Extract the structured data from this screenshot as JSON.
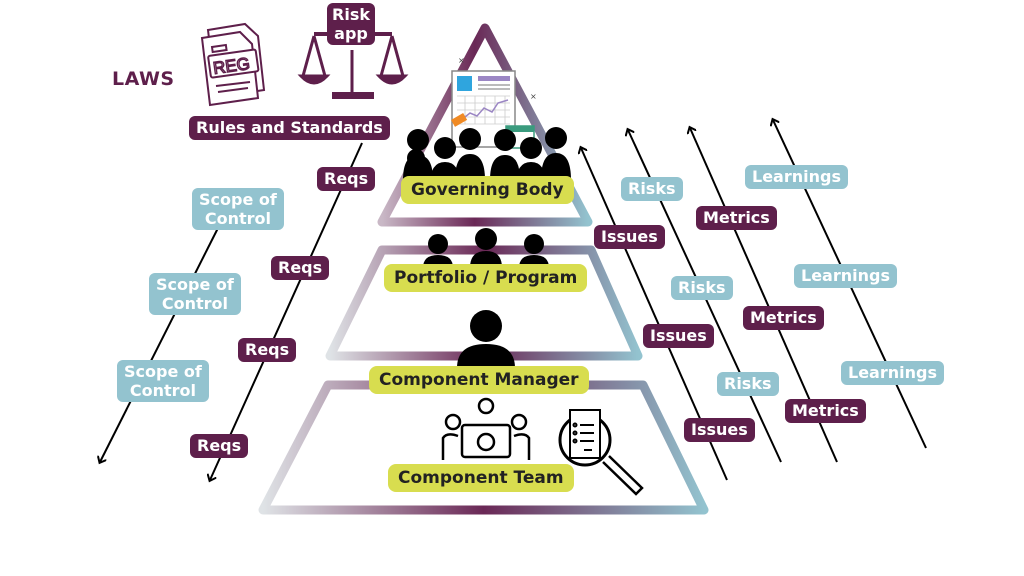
{
  "title": "Governance pyramid",
  "colors": {
    "plum": "#5e1f4b",
    "teal": "#93c3cf",
    "lime": "#d8dd4f",
    "frame_light": "#d9dde0"
  },
  "top": {
    "laws_label": "LAWS",
    "reg_document_label": "REG",
    "risk_app_label_line1": "Risk",
    "risk_app_label_line2": "app",
    "rules_label": "Rules and Standards"
  },
  "pyramid": {
    "levels": [
      {
        "label": "Governing Body",
        "icon": "audience-with-report-icon"
      },
      {
        "label": "Portfolio / Program",
        "icon": "group-of-three-icon"
      },
      {
        "label": "Component Manager",
        "icon": "person-icon"
      },
      {
        "label": "Component Team",
        "icon": "team-meeting-and-search-document-icon"
      }
    ]
  },
  "downward_flows": {
    "reqs": [
      "Reqs",
      "Reqs",
      "Reqs",
      "Reqs"
    ],
    "scope": [
      {
        "line1": "Scope of",
        "line2": "Control"
      },
      {
        "line1": "Scope of",
        "line2": "Control"
      },
      {
        "line1": "Scope of",
        "line2": "Control"
      }
    ]
  },
  "upward_flows": {
    "issues": [
      "Issues",
      "Issues",
      "Issues"
    ],
    "risks": [
      "Risks",
      "Risks",
      "Risks"
    ],
    "metrics": [
      "Metrics",
      "Metrics",
      "Metrics"
    ],
    "learnings": [
      "Learnings",
      "Learnings",
      "Learnings"
    ]
  }
}
